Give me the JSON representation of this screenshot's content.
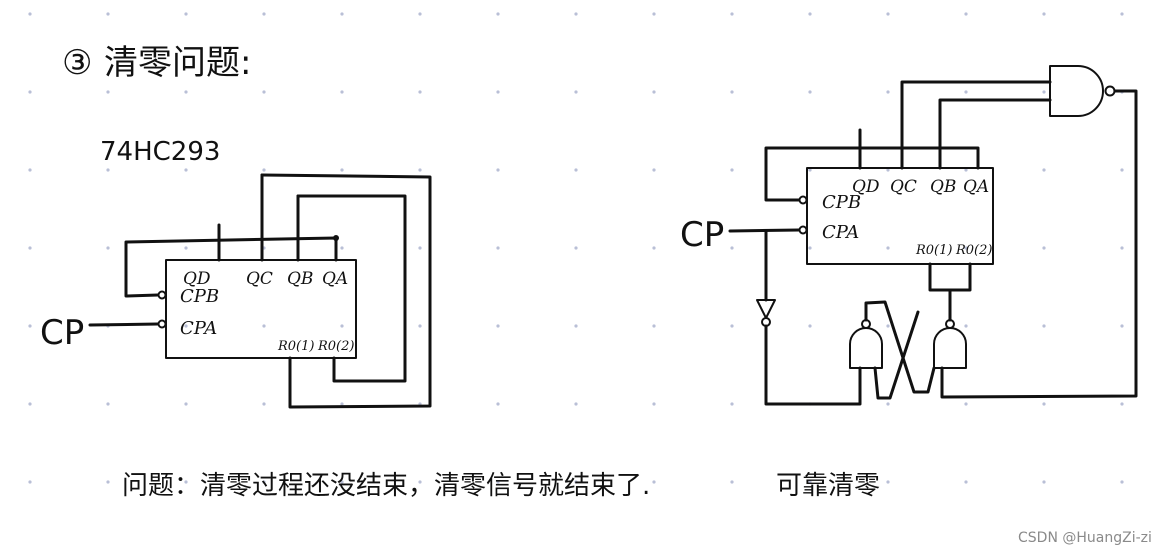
{
  "heading": {
    "number": "③",
    "text": "清零问题:"
  },
  "left": {
    "chip": "74HC293",
    "outputs": [
      "QD",
      "QC",
      "QB",
      "QA"
    ],
    "clock_inputs": [
      "CPB",
      "CPA"
    ],
    "reset_pins": [
      "R0(1)",
      "R0(2)"
    ],
    "clock_label": "CP",
    "caption": "问题：清零过程还没结束，清零信号就结束了."
  },
  "right": {
    "outputs": [
      "QD",
      "QC",
      "QB",
      "QA"
    ],
    "clock_inputs": [
      "CPB",
      "CPA"
    ],
    "reset_pins": [
      "R0(1)",
      "R0(2)"
    ],
    "clock_label": "CP",
    "caption": "可靠清零"
  },
  "watermark": "CSDN @HuangZi-zi"
}
